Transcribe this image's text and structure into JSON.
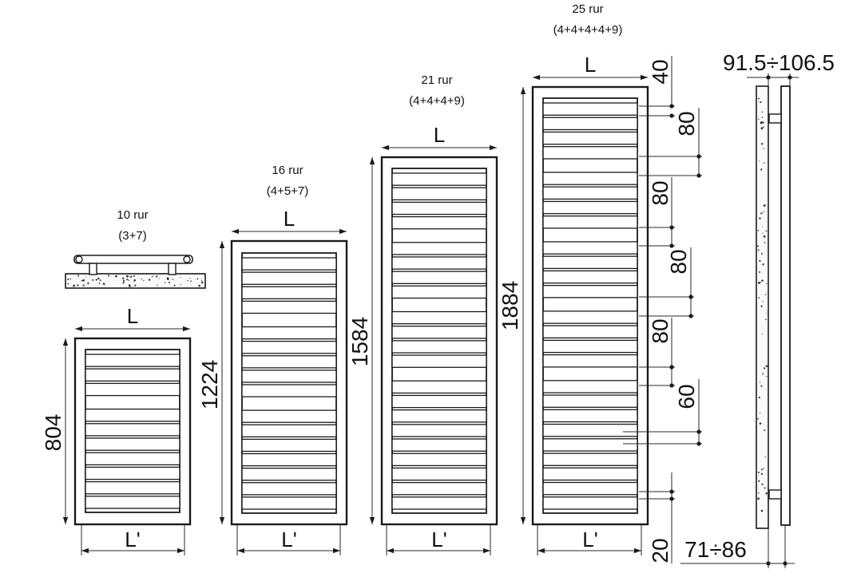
{
  "models": [
    {
      "tube_label": "10 rur",
      "grouping": "(3+7)",
      "height": "804",
      "width_symbol": "L",
      "inner_width_symbol": "L'",
      "groups": [
        3,
        7
      ]
    },
    {
      "tube_label": "16 rur",
      "grouping": "(4+5+7)",
      "height": "1224",
      "width_symbol": "L",
      "inner_width_symbol": "L'",
      "groups": [
        4,
        5,
        7
      ]
    },
    {
      "tube_label": "21 rur",
      "grouping": "(4+4+4+9)",
      "height": "1584",
      "width_symbol": "L",
      "inner_width_symbol": "L'",
      "groups": [
        4,
        4,
        4,
        9
      ]
    },
    {
      "tube_label": "25 rur",
      "grouping": "(4+4+4+4+9)",
      "height": "1884",
      "width_symbol": "L",
      "inner_width_symbol": "L'",
      "groups": [
        4,
        4,
        4,
        4,
        9
      ]
    }
  ],
  "spacing_dims": [
    "40",
    "80",
    "80",
    "80",
    "80",
    "60",
    "20"
  ],
  "side_view": {
    "depth_range": "91.5÷106.5",
    "wall_distance_range": "71÷86"
  }
}
